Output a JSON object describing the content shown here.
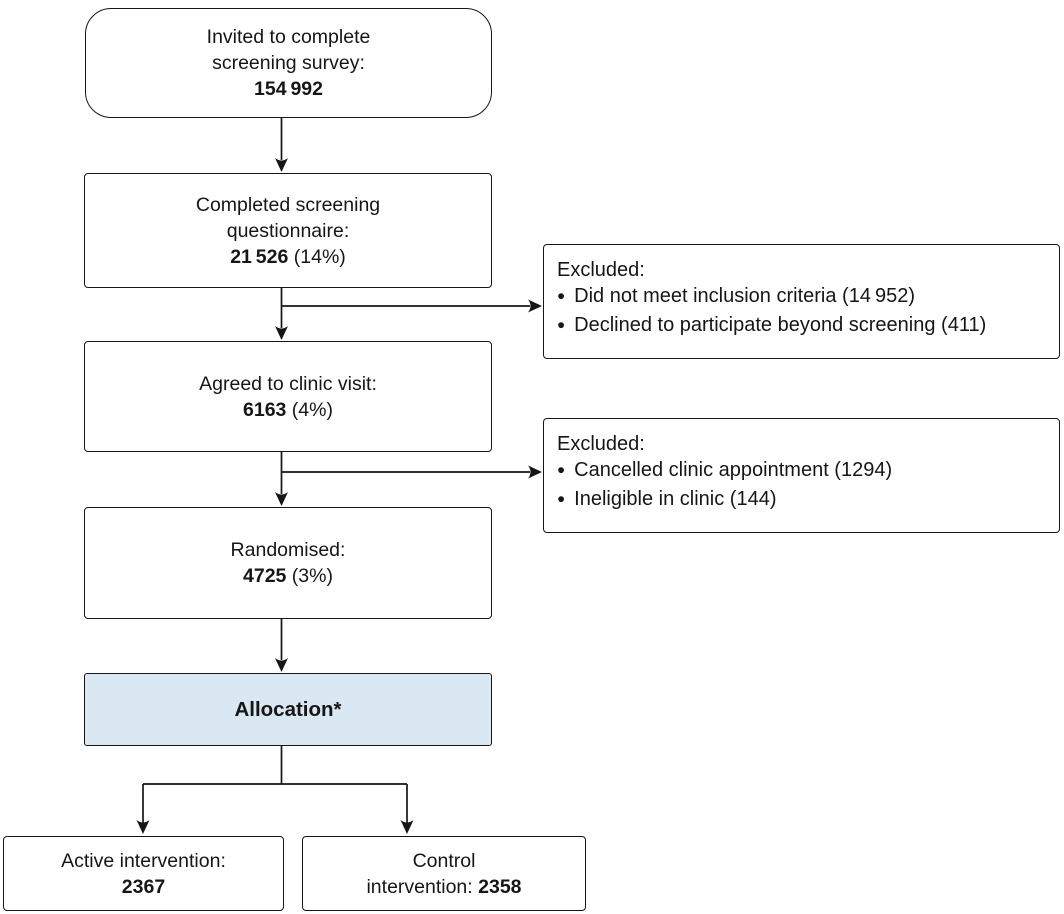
{
  "diagram": {
    "invited": {
      "line1": "Invited to complete",
      "line2": "screening survey:",
      "value": "154 992"
    },
    "completed": {
      "line1": "Completed screening",
      "line2": "questionnaire:",
      "value": "21 526",
      "suffix": " (14%)"
    },
    "excluded_screening": {
      "title": "Excluded:",
      "bullets": [
        "Did not meet inclusion criteria (14 952)",
        "Declined to participate beyond screening (411)"
      ]
    },
    "agreed": {
      "line1": "Agreed to clinic visit:",
      "value": "6163",
      "suffix": " (4%)"
    },
    "excluded_clinic": {
      "title": "Excluded:",
      "bullets": [
        "Cancelled clinic appointment (1294)",
        "Ineligible in clinic (144)"
      ]
    },
    "randomised": {
      "line1": "Randomised:",
      "value": "4725",
      "suffix": " (3%)"
    },
    "allocation": {
      "label": "Allocation*"
    },
    "active": {
      "line1": "Active intervention:",
      "value": "2367"
    },
    "control": {
      "line1": "Control",
      "line2_prefix": "intervention: ",
      "value": "2358"
    }
  }
}
